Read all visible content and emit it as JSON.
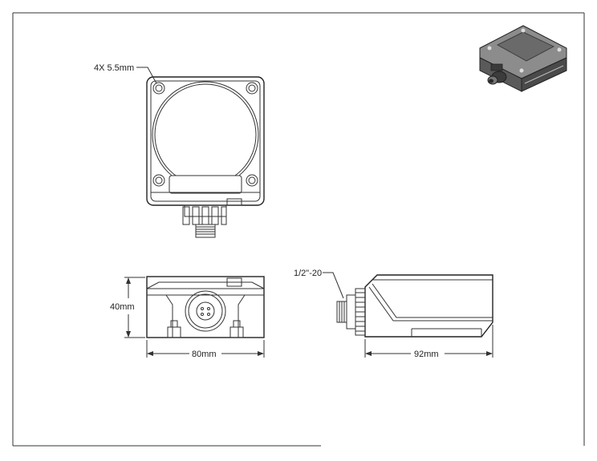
{
  "annotations": {
    "hole_callout": "4X 5.5mm",
    "thread_callout": "1/2\"-20",
    "height": "40mm",
    "width": "80mm",
    "length": "92mm"
  },
  "colors": {
    "line": "#333333",
    "sensor_face": "#ffffff",
    "iso_body_dark": "#4a4a4a",
    "iso_face": "#8c8c8c"
  }
}
